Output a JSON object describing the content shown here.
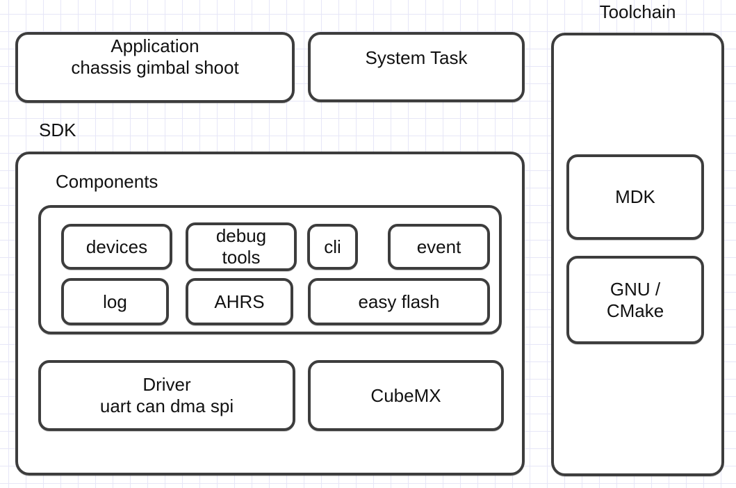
{
  "colors": {
    "background": "#ffffff",
    "grid": "#e6e6f7",
    "box_border": "#3d3d3d",
    "box_fill": "#ffffff",
    "text": "#111111"
  },
  "labels": {
    "toolchain": "Toolchain",
    "sdk": "SDK",
    "components": "Components"
  },
  "top_boxes": {
    "application": {
      "line1": "Application",
      "line2": "chassis gimbal shoot"
    },
    "system_task": "System Task"
  },
  "component_boxes": {
    "devices": "devices",
    "debug_tools": {
      "line1": "debug",
      "line2": "tools"
    },
    "cli": "cli",
    "event": "event",
    "log": "log",
    "ahrs": "AHRS",
    "easy_flash": "easy flash"
  },
  "bottom_boxes": {
    "driver": {
      "line1": "Driver",
      "line2": "uart can dma spi"
    },
    "cubemx": "CubeMX"
  },
  "toolchain_boxes": {
    "mdk": "MDK",
    "gnu_cmake": {
      "line1": "GNU /",
      "line2": "CMake"
    }
  }
}
